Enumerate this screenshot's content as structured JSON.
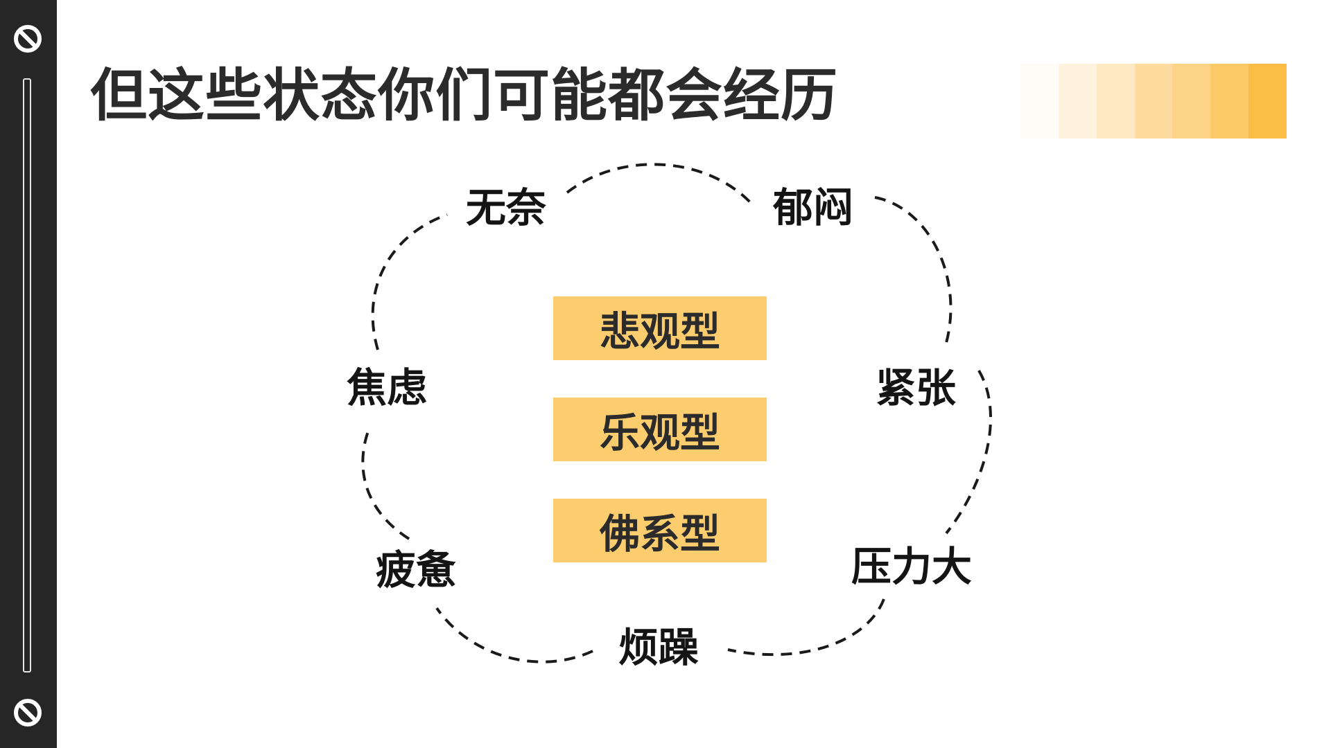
{
  "slide": {
    "title": "但这些状态你们可能都会经历"
  },
  "emotions": [
    "无奈",
    "郁闷",
    "焦虑",
    "紧张",
    "疲惫",
    "压力大",
    "烦躁"
  ],
  "types": [
    "悲观型",
    "乐观型",
    "佛系型"
  ],
  "colors": {
    "sidebar": "#262626",
    "accent": "#fbcd6f",
    "gradient": [
      "#fffcf7",
      "#fff3df",
      "#ffe9c4",
      "#fedc9f",
      "#fdd385",
      "#fdca6a",
      "#fcbd47"
    ]
  },
  "icons": [
    "ring-icon",
    "ring-icon"
  ]
}
